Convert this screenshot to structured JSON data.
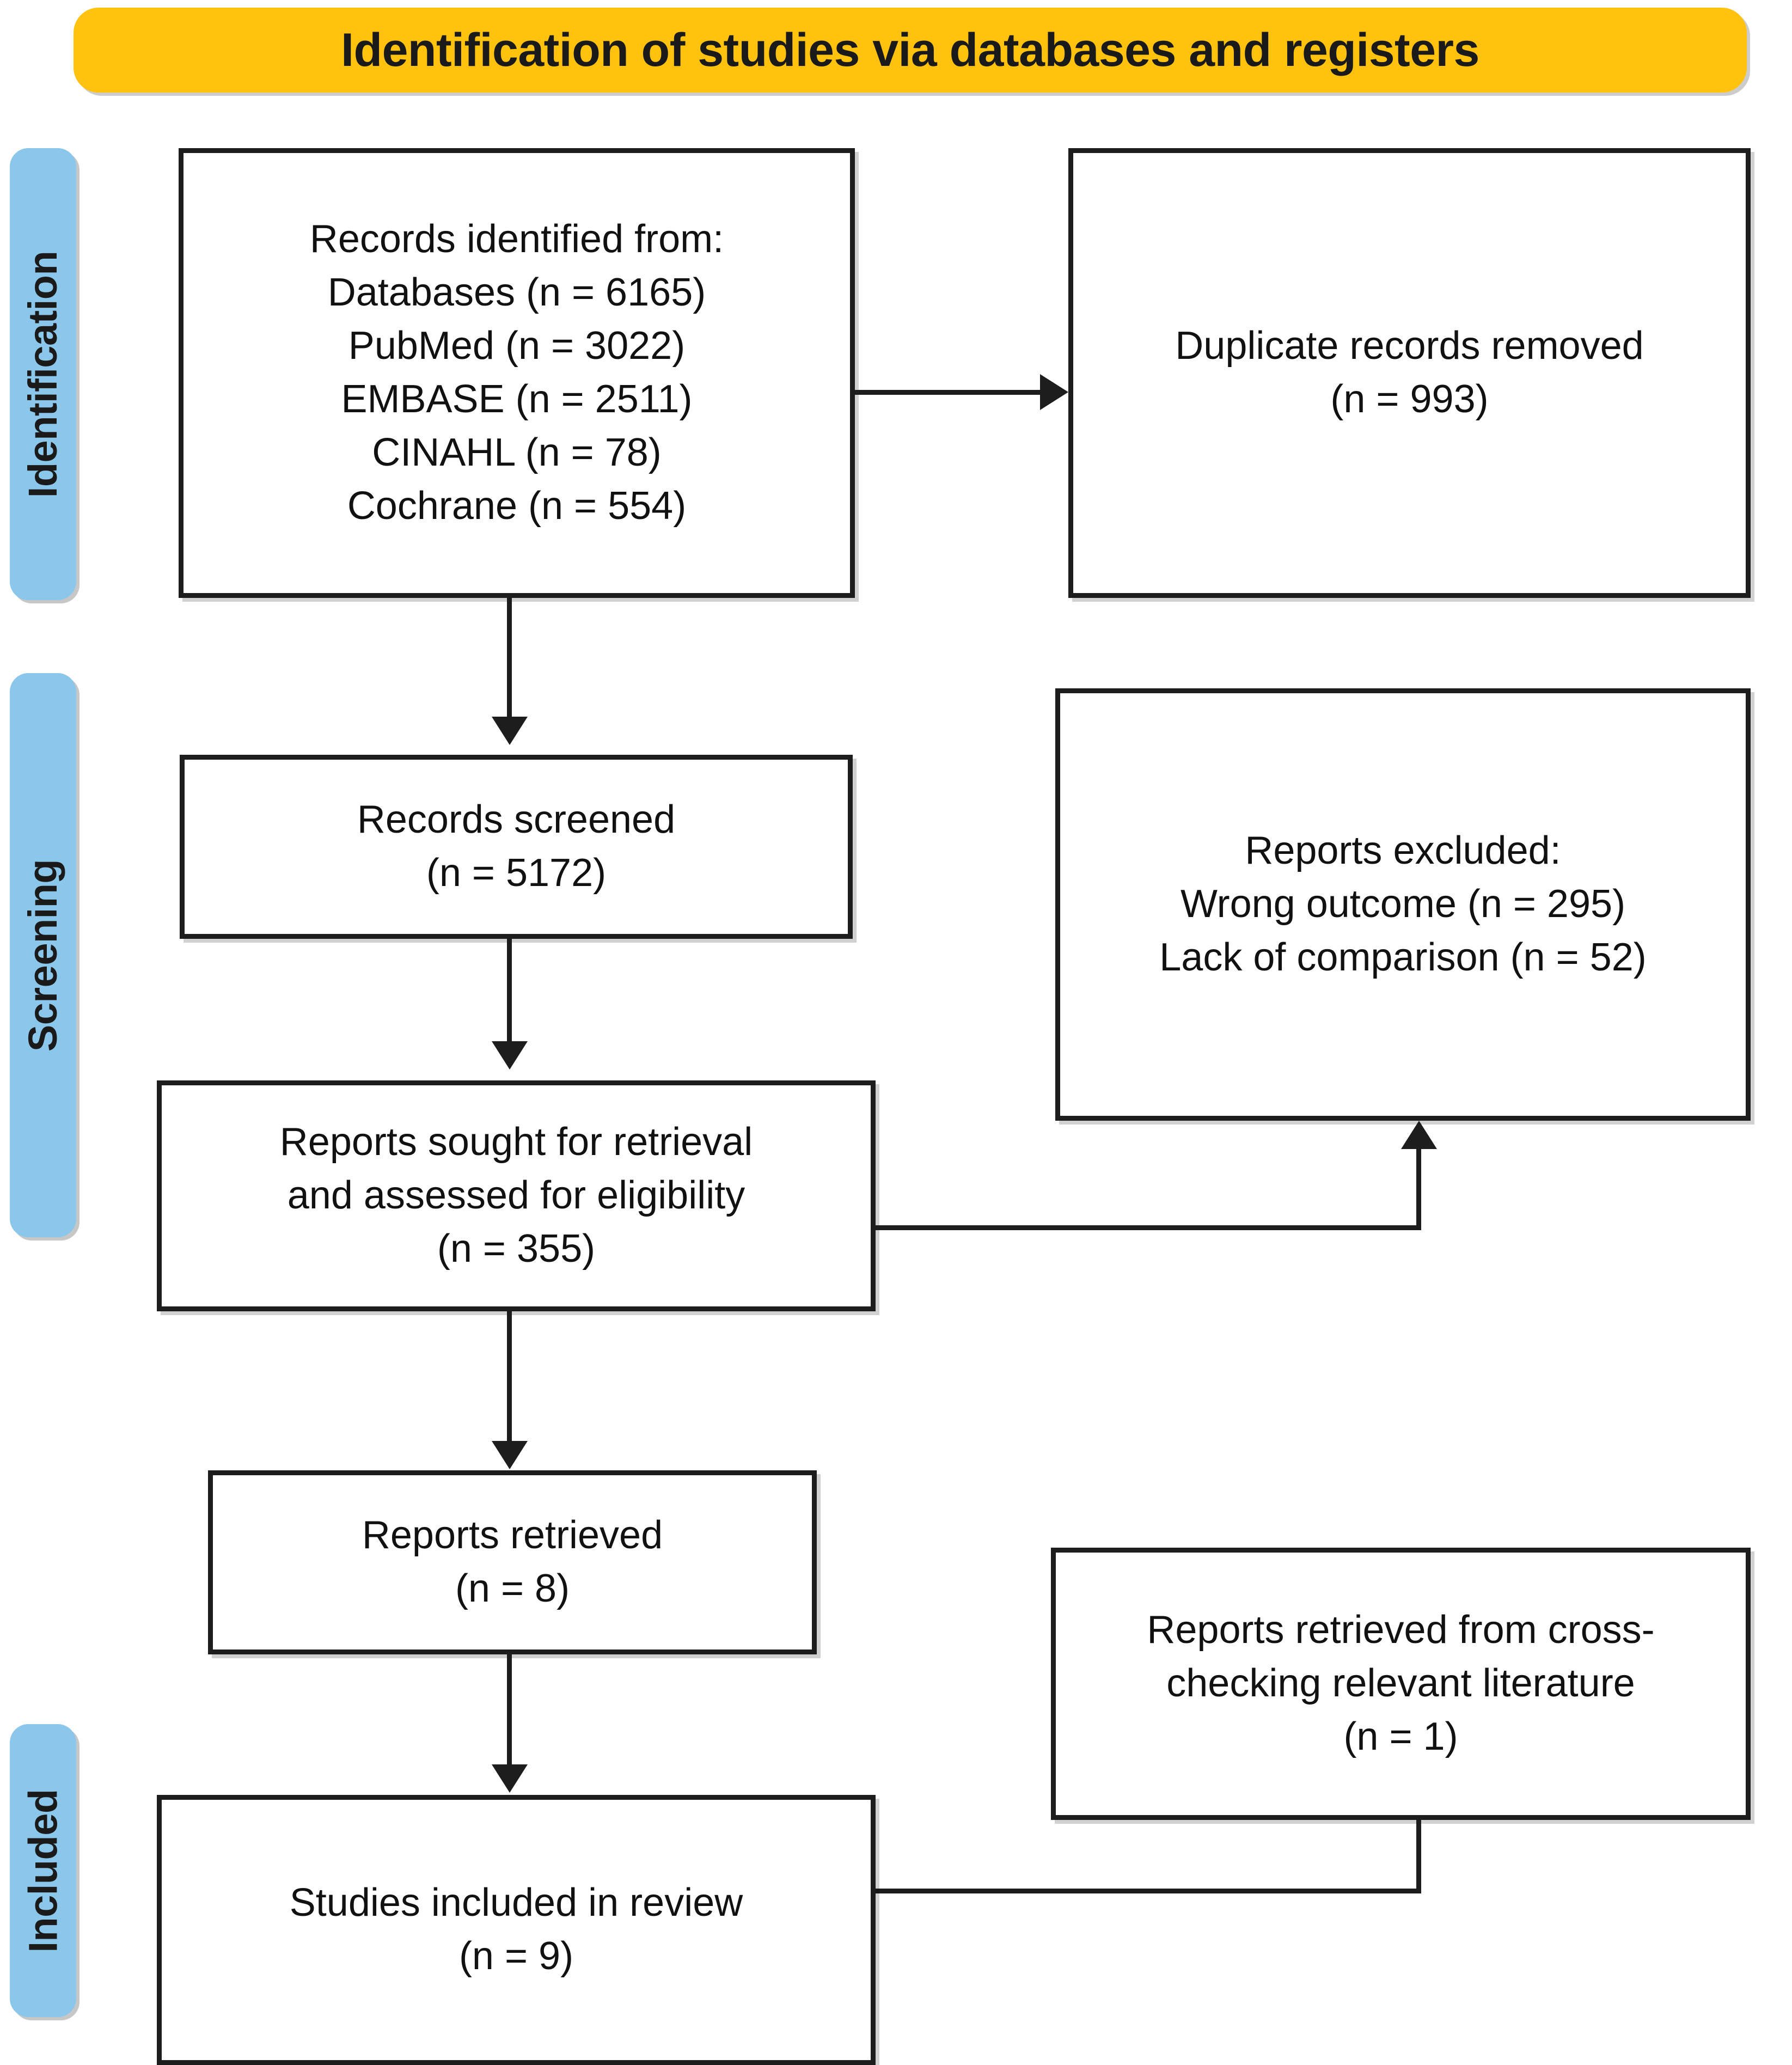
{
  "diagram": {
    "type": "prisma-flow-diagram",
    "banner": {
      "title": "Identification of studies via databases and registers",
      "color": "#FFC20E"
    },
    "stages": [
      {
        "id": "identification",
        "label": "Identification",
        "color": "#8BC7EA"
      },
      {
        "id": "screening",
        "label": "Screening",
        "color": "#8BC7EA"
      },
      {
        "id": "included",
        "label": "Included",
        "color": "#8BC7EA"
      }
    ],
    "boxes": {
      "records_identified": {
        "lines": [
          "Records identified from:",
          "Databases (n = 6165)",
          "PubMed (n = 3022)",
          "EMBASE (n = 2511)",
          "CINAHL (n = 78)",
          "Cochrane (n = 554)"
        ]
      },
      "duplicates_removed": {
        "lines": [
          "Duplicate records removed",
          "(n = 993)"
        ]
      },
      "records_screened": {
        "lines": [
          "Records screened",
          "(n = 5172)"
        ]
      },
      "reports_excluded": {
        "lines": [
          "Reports excluded:",
          "Wrong outcome (n = 295)",
          "Lack of comparison (n = 52)"
        ]
      },
      "reports_sought": {
        "lines": [
          "Reports sought for retrieval",
          "and assessed for eligibility",
          "(n = 355)"
        ]
      },
      "reports_retrieved": {
        "lines": [
          "Reports retrieved",
          "(n = 8)"
        ]
      },
      "cross_checking": {
        "lines": [
          "Reports retrieved from cross-",
          "checking relevant literature",
          "(n = 1)"
        ]
      },
      "studies_included": {
        "lines": [
          "Studies included in review",
          "(n = 9)"
        ]
      }
    },
    "counts": {
      "databases_total": 6165,
      "pubmed": 3022,
      "embase": 2511,
      "cinahl": 78,
      "cochrane": 554,
      "duplicates_removed": 993,
      "records_screened": 5172,
      "reports_sought": 355,
      "wrong_outcome_excluded": 295,
      "lack_of_comparison_excluded": 52,
      "reports_retrieved": 8,
      "cross_check_retrieved": 1,
      "studies_included": 9
    }
  }
}
